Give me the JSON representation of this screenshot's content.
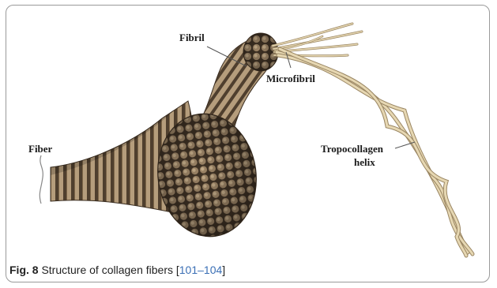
{
  "figure": {
    "labels": {
      "fibril": "Fibril",
      "microfibril": "Microfibril",
      "fiber": "Fiber",
      "tropocollagen_line1": "Tropocollagen",
      "tropocollagen_line2": "helix"
    },
    "caption": {
      "figure_number": "Fig. 8",
      "text": "Structure of collagen fibers [",
      "reference": "101–104",
      "close": "]"
    },
    "colors": {
      "fiber_dark": "#4a3b2c",
      "fiber_mid": "#8a7258",
      "fiber_light": "#c9b393",
      "helix_light": "#e6d7b2",
      "helix_dark": "#9a8663",
      "reference_link": "#3a6fb5"
    }
  }
}
